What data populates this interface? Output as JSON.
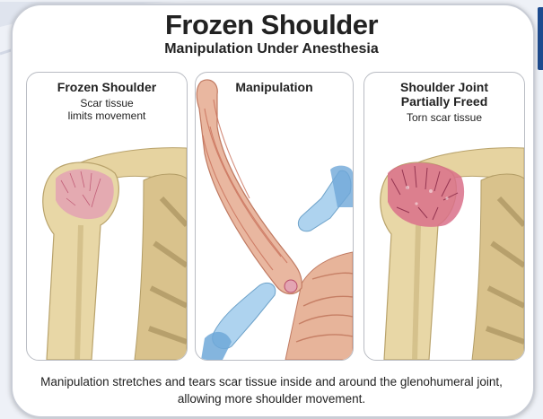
{
  "title": "Frozen Shoulder",
  "subtitle": "Manipulation Under Anesthesia",
  "panels": [
    {
      "heading": "Frozen Shoulder",
      "description": "Scar tissue limits movement"
    },
    {
      "heading": "Manipulation",
      "description": ""
    },
    {
      "heading": "Shoulder Joint Partially Freed",
      "description": "Torn scar tissue"
    }
  ],
  "caption": "Manipulation stretches and tears scar tissue inside and around the glenohumeral joint, allowing more shoulder movement.",
  "colors": {
    "bone": "#e8d7a6",
    "bone_shadow": "#c9b47c",
    "scar_tissue": "#d9708a",
    "skin": "#e9b7a0",
    "muscle": "#c9705a",
    "glove": "#8fc3e8",
    "accent_blue": "#1d4b8f"
  }
}
